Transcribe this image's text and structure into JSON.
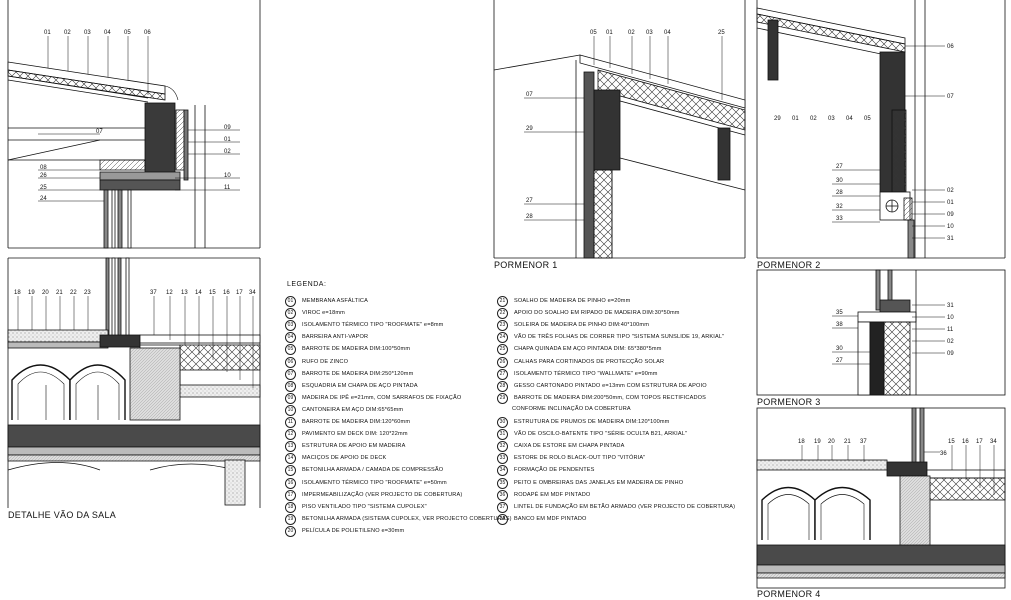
{
  "captions": {
    "detalhe": "DETALHE VÃO DA SALA",
    "p1": "PORMENOR 1",
    "p2": "PORMENOR 2",
    "p3": "PORMENOR 3",
    "p4": "PORMENOR 4"
  },
  "legend": {
    "title": "LEGENDA:",
    "left": [
      {
        "n": "01",
        "t": "MEMBRANA ASFÁLTICA"
      },
      {
        "n": "02",
        "t": "VIROC e=18mm"
      },
      {
        "n": "03",
        "t": "ISOLAMENTO TÉRMICO TIPO \"ROOFMATE\" e=8mm"
      },
      {
        "n": "04",
        "t": "BARREIRA ANTI-VAPOR"
      },
      {
        "n": "05",
        "t": "BARROTE DE MADEIRA DIM:100*50mm"
      },
      {
        "n": "06",
        "t": "RUFO DE ZINCO"
      },
      {
        "n": "07",
        "t": "BARROTE DE MADEIRA DIM:250*120mm"
      },
      {
        "n": "08",
        "t": "ESQUADRIA EM CHAPA DE AÇO PINTADA"
      },
      {
        "n": "09",
        "t": "MADEIRA DE IPÊ e=21mm, COM SARRAFOS DE FIXAÇÃO"
      },
      {
        "n": "10",
        "t": "CANTONEIRA EM AÇO DIM:65*65mm"
      },
      {
        "n": "11",
        "t": "BARROTE DE MADEIRA DIM:120*60mm"
      },
      {
        "n": "12",
        "t": "PAVIMENTO EM DECK DIM: 120*22mm"
      },
      {
        "n": "13",
        "t": "ESTRUTURA DE APOIO EM MADEIRA"
      },
      {
        "n": "14",
        "t": "MACIÇOS DE APOIO DE DECK"
      },
      {
        "n": "15",
        "t": "BETONILHA ARMADA / CAMADA DE COMPRESSÃO"
      },
      {
        "n": "16",
        "t": "ISOLAMENTO TÉRMICO TIPO \"ROOFMATE\" e=50mm"
      },
      {
        "n": "17",
        "t": "IMPERMEABILIZAÇÃO (VER PROJECTO DE COBERTURA)"
      },
      {
        "n": "18",
        "t": "PISO VENTILADO TIPO \"SISTEMA CUPOLEX\""
      },
      {
        "n": "19",
        "t": "BETONILHA ARMADA (SISTEMA CUPOLEX, VER PROJECTO COBERTURAS)"
      },
      {
        "n": "20",
        "t": "PELÍCULA DE POLIETILENO e=30mm"
      }
    ],
    "right": [
      {
        "n": "21",
        "t": "SOALHO DE MADEIRA DE PINHO e=20mm"
      },
      {
        "n": "22",
        "t": "APOIO DO SOALHO EM RIPADO DE MADEIRA DIM:30*50mm"
      },
      {
        "n": "23",
        "t": "SOLEIRA DE MADEIRA DE PINHO DIM:40*100mm"
      },
      {
        "n": "24",
        "t": "VÃO DE TRÊS FOLHAS DE CORRER TIPO \"SISTEMA SUNSLIDE 19, ARKIAL\""
      },
      {
        "n": "25",
        "t": "CHAPA QUINADA EM AÇO PINTADA DIM: 65*380*5mm"
      },
      {
        "n": "26",
        "t": "CALHAS PARA CORTINADOS DE PROTECÇÃO SOLAR"
      },
      {
        "n": "27",
        "t": "ISOLAMENTO TÉRMICO TIPO \"WALLMATE\" e=90mm"
      },
      {
        "n": "28",
        "t": "GESSO CARTONADO PINTADO e=13mm COM ESTRUTURA DE APOIO"
      },
      {
        "n": "29",
        "t": "BARROTE DE MADEIRA DIM:200*50mm, COM TOPOS RECTIFICADOS",
        "cont": "CONFORME INCLINAÇÃO DA COBERTURA"
      },
      {
        "n": "30",
        "t": "ESTRUTURA DE PRUMOS DE MADEIRA DIM:120*100mm"
      },
      {
        "n": "31",
        "t": "VÃO DE OSCILO-BATENTE TIPO \"SÉRIE OCULTA B21, ARKIAL\""
      },
      {
        "n": "32",
        "t": "CAIXA DE ESTORE EM CHAPA PINTADA"
      },
      {
        "n": "33",
        "t": "ESTORE DE ROLO BLACK-OUT TIPO \"VITÓRIA\""
      },
      {
        "n": "34",
        "t": "FORMAÇÃO DE PENDENTES"
      },
      {
        "n": "35",
        "t": "PEITO E OMBREIRAS DAS JANELAS EM MADEIRA DE PINHO"
      },
      {
        "n": "36",
        "t": "RODAPÉ EM MDF PINTADO"
      },
      {
        "n": "37",
        "t": "LINTEL DE FUNDAÇÃO EM BETÃO ARMADO (VER PROJECTO DE COBERTURA)"
      },
      {
        "n": "38",
        "t": "BANCO EM MDF PINTADO"
      }
    ]
  },
  "tags": {
    "d1_top": [
      "01",
      "02",
      "03",
      "04",
      "05",
      "06"
    ],
    "d1_right": [
      "09",
      "01",
      "02",
      "10",
      "11"
    ],
    "d1_left": [
      "07",
      "08",
      "26",
      "25",
      "24"
    ],
    "d2_top": [
      "18",
      "19",
      "20",
      "21",
      "22",
      "23",
      "37",
      "12",
      "13",
      "14",
      "15",
      "16",
      "17",
      "34"
    ],
    "p1_top": [
      "05",
      "01",
      "02",
      "03",
      "04",
      "25"
    ],
    "p1_left": [
      "07",
      "29",
      "27",
      "28"
    ],
    "p2_top": [
      "29",
      "01",
      "02",
      "03",
      "04",
      "05"
    ],
    "p2_right": [
      "06",
      "07",
      "02",
      "01",
      "09",
      "10",
      "31"
    ],
    "p2_left": [
      "27",
      "30",
      "28",
      "32",
      "33"
    ],
    "p3_right": [
      "31",
      "10",
      "11",
      "02",
      "09"
    ],
    "p3_left": [
      "35",
      "38",
      "30",
      "27"
    ],
    "p4_top": [
      "18",
      "19",
      "20",
      "21",
      "37",
      "15",
      "16",
      "17",
      "34"
    ],
    "p4_left": [
      "36"
    ]
  }
}
